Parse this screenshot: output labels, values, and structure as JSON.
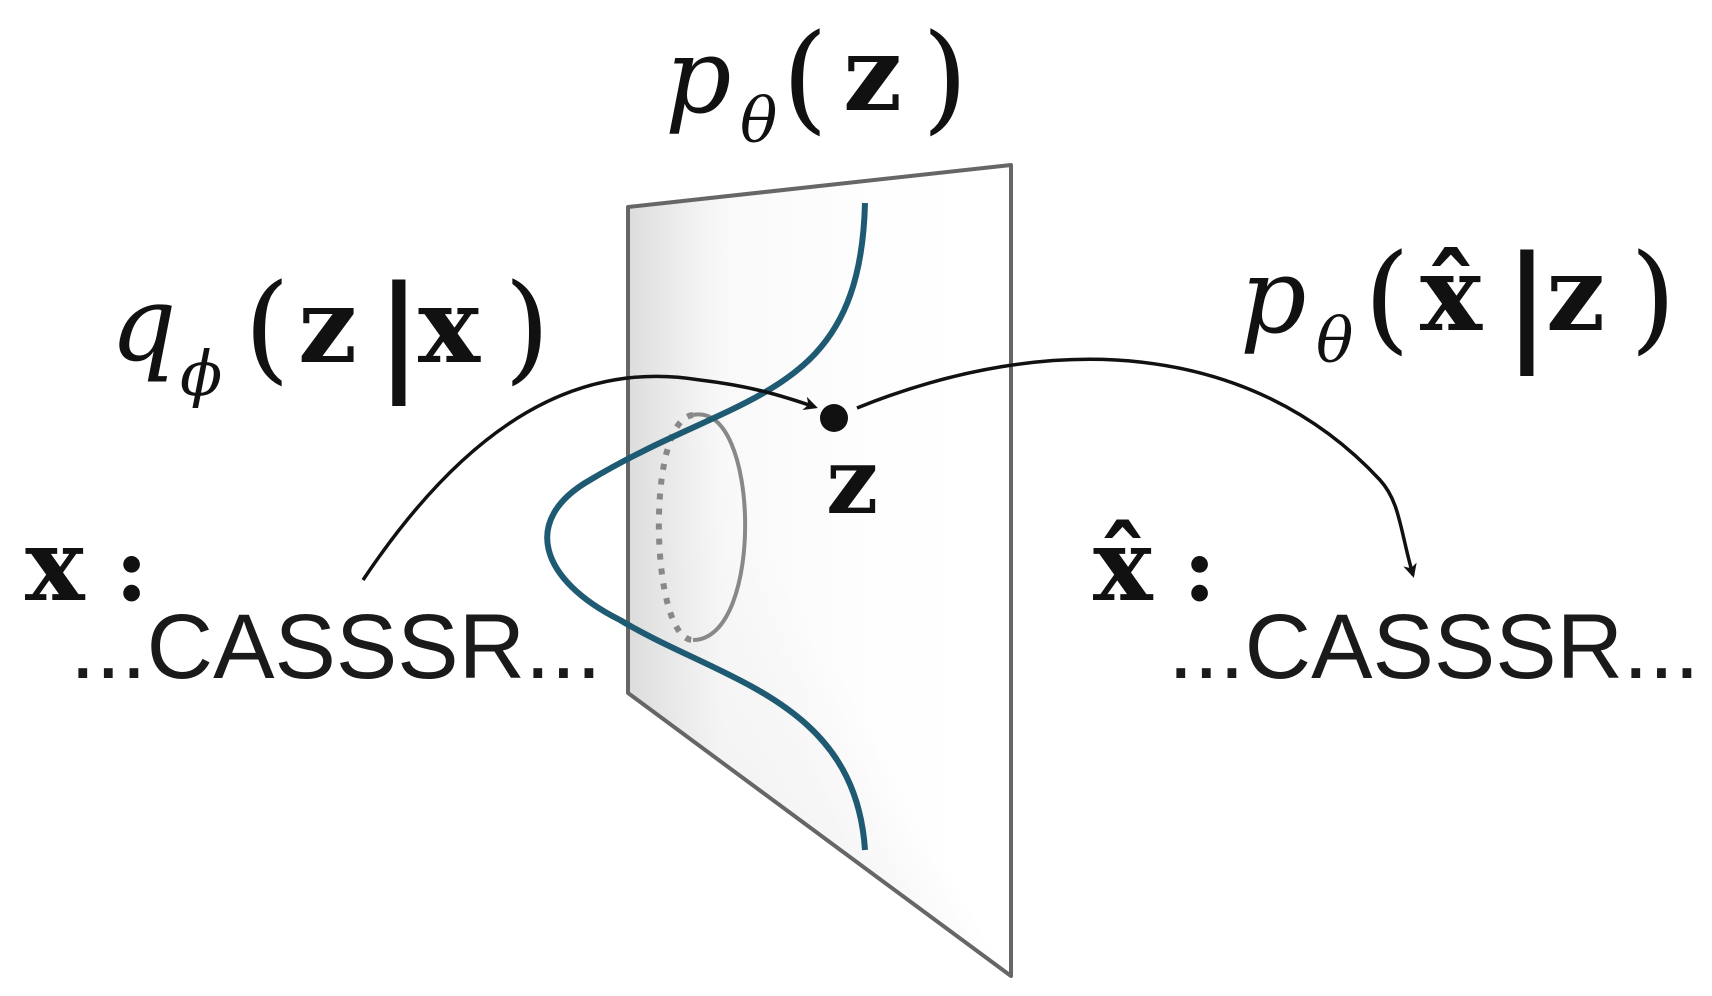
{
  "prior": {
    "p": "p",
    "theta": "θ",
    "open": "(",
    "z": "z",
    "close": ")"
  },
  "encoder": {
    "q": "q",
    "phi": "ϕ",
    "open": "(",
    "z": "z",
    "bar": "|",
    "x": "x",
    "close": ")"
  },
  "decoder": {
    "p": "p",
    "theta": "θ",
    "open": "(",
    "x_hat": "x̂",
    "bar": "|",
    "z": "z",
    "close": ")"
  },
  "latent_label": "z",
  "input": {
    "label": "x",
    "colon": ":",
    "sequence": "...CASSSR..."
  },
  "output": {
    "label": "x̂",
    "colon": ":",
    "sequence": "...CASSSR..."
  },
  "colors": {
    "curve": "#1f5a73",
    "plane_edge": "#666666",
    "arrow": "#111111",
    "ellipse": "#888888"
  }
}
